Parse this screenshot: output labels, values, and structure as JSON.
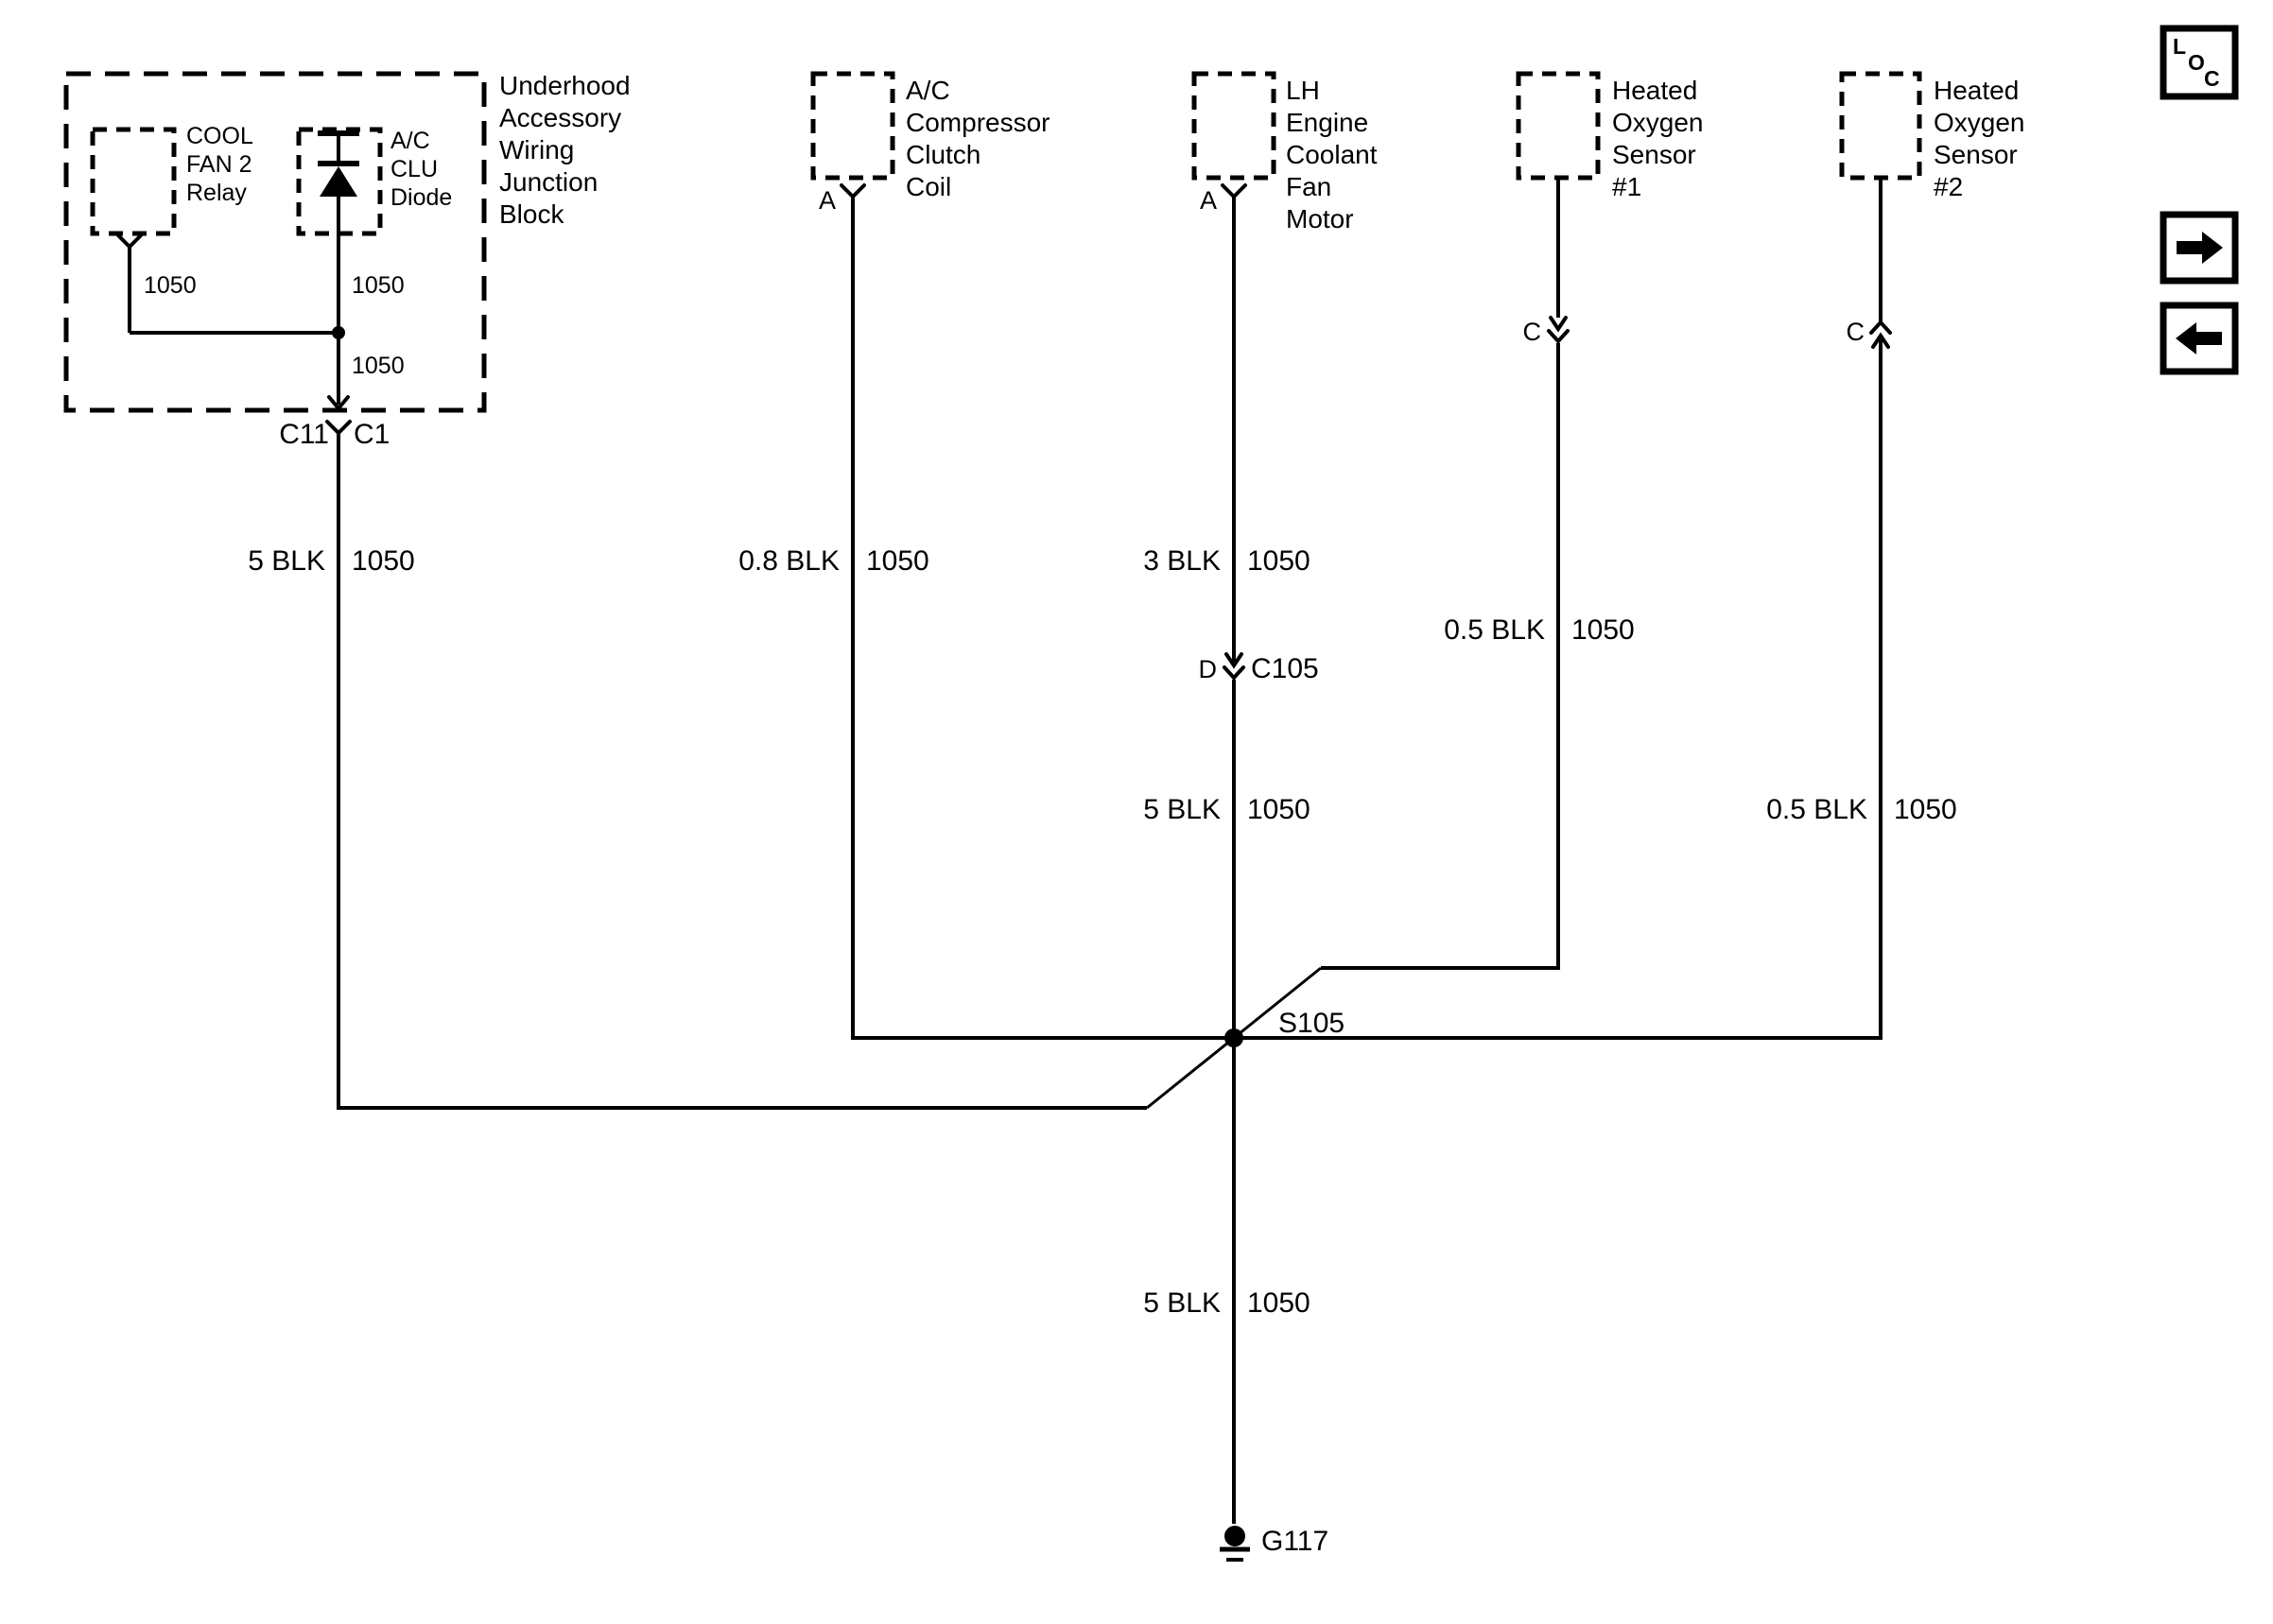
{
  "page": {
    "background": "#ffffff",
    "line_color": "#000000"
  },
  "junction_block": {
    "label_lines": [
      "Underhood",
      "Accessory",
      "Wiring",
      "Junction",
      "Block"
    ],
    "relay": {
      "lines": [
        "COOL",
        "FAN 2",
        "Relay"
      ],
      "wire_label": "1050"
    },
    "diode": {
      "lines": [
        "A/C",
        "CLU",
        "Diode"
      ],
      "wire_label": "1050"
    },
    "out_wire_label": "1050",
    "connector": {
      "left": "C11",
      "right": "C1"
    }
  },
  "branches": {
    "junction_out": {
      "gauge": "5 BLK",
      "circuit": "1050"
    },
    "ac_compressor": {
      "component_lines": [
        "A/C",
        "Compressor",
        "Clutch",
        "Coil"
      ],
      "pin": "A",
      "gauge": "0.8 BLK",
      "circuit": "1050"
    },
    "fan_motor": {
      "component_lines": [
        "LH",
        "Engine",
        "Coolant",
        "Fan",
        "Motor"
      ],
      "pin": "A",
      "gauge": "3 BLK",
      "circuit": "1050",
      "inline_connector": {
        "pin": "D",
        "name": "C105"
      },
      "lower": {
        "gauge": "5 BLK",
        "circuit": "1050"
      }
    },
    "ho2s1": {
      "component_lines": [
        "Heated",
        "Oxygen",
        "Sensor",
        "#1"
      ],
      "pin": "C",
      "gauge": "0.5 BLK",
      "circuit": "1050"
    },
    "ho2s2": {
      "component_lines": [
        "Heated",
        "Oxygen",
        "Sensor",
        "#2"
      ],
      "pin": "C",
      "gauge": "0.5 BLK",
      "circuit": "1050"
    }
  },
  "splice": {
    "name": "S105"
  },
  "ground_wire": {
    "gauge": "5 BLK",
    "circuit": "1050"
  },
  "ground": {
    "name": "G117"
  },
  "nav": {
    "loc_letters": [
      "L",
      "O",
      "C"
    ]
  }
}
